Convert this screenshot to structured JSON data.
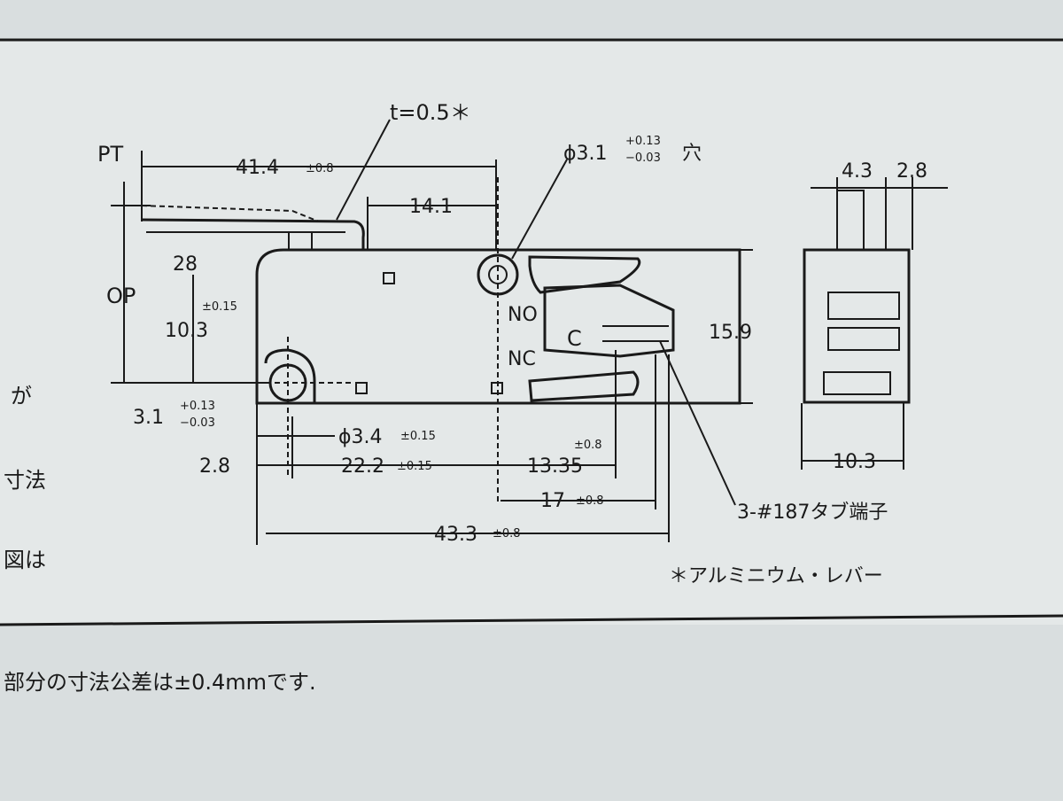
{
  "lever": {
    "thickness": "t=0.5＊"
  },
  "labels": {
    "pt": "PT",
    "op": "OP",
    "no": "NO",
    "nc": "NC",
    "c": "C"
  },
  "dims": {
    "lever_length": "41.4",
    "lever_length_tol": "±0.8",
    "d14": "14.1",
    "hole_top": "ϕ3.1",
    "hole_top_tol_plus": "+0.13",
    "hole_top_tol_minus": "−0.03",
    "hole_top_suffix": "穴",
    "d28": "28",
    "op_height": "10.3",
    "op_tol": "±0.15",
    "height": "15.9",
    "d31": "3.1",
    "d31_tol_plus": "+0.13",
    "d31_tol_minus": "−0.03",
    "d34": "ϕ3.4",
    "d34_tol": "±0.15",
    "d28b": "2.8",
    "d222": "22.2",
    "d222_tol": "±0.15",
    "d1335": "13.35",
    "d1335_tol": "±0.8",
    "d17": "17",
    "d17_tol": "±0.8",
    "d433": "43.3",
    "d433_tol": "±0.8",
    "side_w1": "4.3",
    "side_w2": "2.8",
    "side_width": "10.3"
  },
  "notes": {
    "terminal": "3-#187タブ端子",
    "aluminum": "＊アルミニウム・レバー",
    "left1": "が",
    "left2": "寸法",
    "left3": "図は",
    "bottom": "部分の寸法公差は±0.4mmです."
  }
}
